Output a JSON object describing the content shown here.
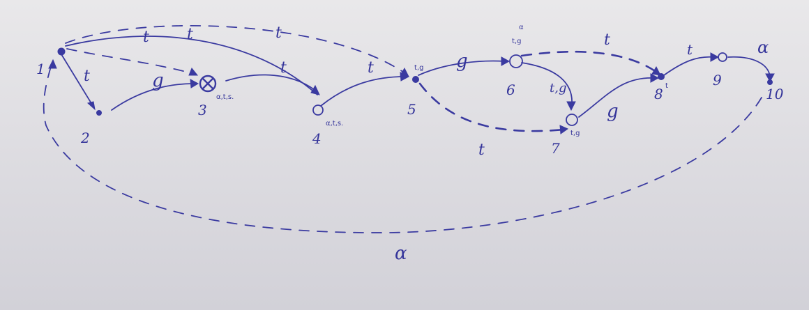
{
  "nodes": [
    {
      "id": "1",
      "label": "1"
    },
    {
      "id": "2",
      "label": "2"
    },
    {
      "id": "3",
      "label": "3",
      "annotation": "α,t,s."
    },
    {
      "id": "4",
      "label": "4",
      "annotation": "α,t,s."
    },
    {
      "id": "5",
      "label": "5",
      "annotation": "t,g"
    },
    {
      "id": "6",
      "label": "6",
      "annotation": "t,g",
      "annotation_top": "α"
    },
    {
      "id": "7",
      "label": "7",
      "annotation": "t,g"
    },
    {
      "id": "8",
      "label": "8",
      "annotation": "t"
    },
    {
      "id": "9",
      "label": "9"
    },
    {
      "id": "10",
      "label": "10"
    }
  ],
  "edges": [
    {
      "from": "1",
      "to": "2",
      "label": "t",
      "style": "solid"
    },
    {
      "from": "2",
      "to": "3",
      "label": "g",
      "style": "solid"
    },
    {
      "from": "3",
      "to": "4",
      "label": "t",
      "style": "solid"
    },
    {
      "from": "4",
      "to": "5",
      "label": "t",
      "style": "solid"
    },
    {
      "from": "5",
      "to": "6",
      "label": "g",
      "style": "solid"
    },
    {
      "from": "6",
      "to": "7",
      "label": "t,g",
      "style": "solid"
    },
    {
      "from": "6",
      "to": "8",
      "label": "t",
      "style": "dashed"
    },
    {
      "from": "7",
      "to": "8",
      "label": "g",
      "style": "solid"
    },
    {
      "from": "8",
      "to": "9",
      "label": "t",
      "style": "solid"
    },
    {
      "from": "9",
      "to": "10",
      "label": "α",
      "style": "solid"
    },
    {
      "from": "1",
      "to": "3",
      "label": "",
      "style": "dashed"
    },
    {
      "from": "1",
      "to": "4",
      "label": "t",
      "style": "solid"
    },
    {
      "from": "1",
      "to": "5",
      "label": "t",
      "style": "dashed"
    },
    {
      "from": "5",
      "to": "7",
      "label": "t",
      "style": "dashed"
    },
    {
      "from": "10",
      "to": "1",
      "label": "α",
      "style": "dashed"
    }
  ],
  "extra_labels": {
    "top_over_1_3": "t"
  }
}
